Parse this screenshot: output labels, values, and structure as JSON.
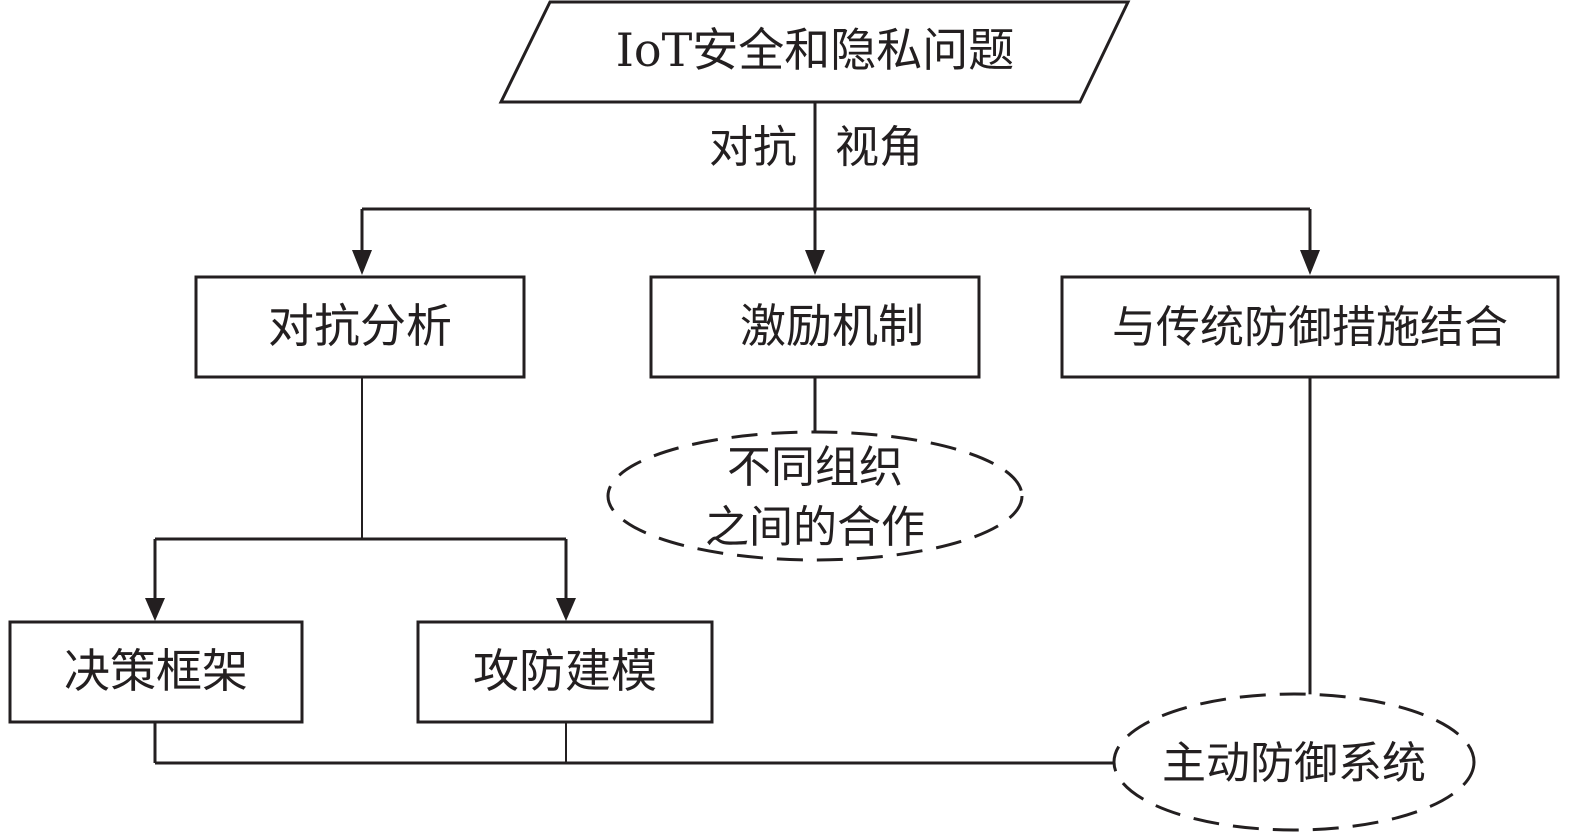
{
  "diagram": {
    "title": "IoT安全和隐私问题",
    "edge_label_left": "对抗",
    "edge_label_right": "视角",
    "nodes": {
      "adversarial_analysis": "对抗分析",
      "incentive_mechanism": "激励机制",
      "combine_traditional": "与传统防御措施结合",
      "decision_framework": "决策框架",
      "attack_defense_modeling": "攻防建模",
      "cooperation_line1": "不同组织",
      "cooperation_line2": "之间的合作",
      "active_defense": "主动防御系统"
    },
    "colors": {
      "stroke": "#231f20",
      "background": "#ffffff"
    }
  }
}
